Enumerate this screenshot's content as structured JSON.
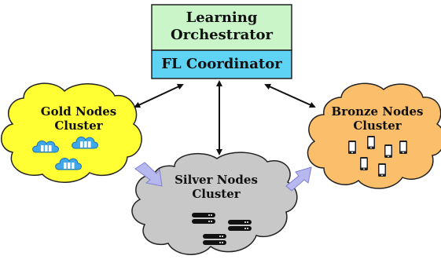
{
  "orchestrator": {
    "learning_label_line1": "Learning",
    "learning_label_line2": "Orchestrator",
    "coordinator_label": "FL Coordinator",
    "learning_fill": "#c9f5c9",
    "coordinator_fill": "#5fd3f3"
  },
  "clusters": {
    "gold": {
      "label_line1": "Gold Nodes",
      "label_line2": "Cluster",
      "fill": "#ffff33",
      "node_icon": "cloud-server-icon"
    },
    "silver": {
      "label_line1": "Silver Nodes",
      "label_line2": "Cluster",
      "fill": "#c8c8c8",
      "node_icon": "server-stack-icon"
    },
    "bronze": {
      "label_line1": "Bronze Nodes",
      "label_line2": "Cluster",
      "fill": "#fbbf6b",
      "node_icon": "smartphone-icon"
    }
  },
  "arrows": {
    "bidirectional_color": "#111111",
    "flow_fill": "#b8b8f0"
  }
}
